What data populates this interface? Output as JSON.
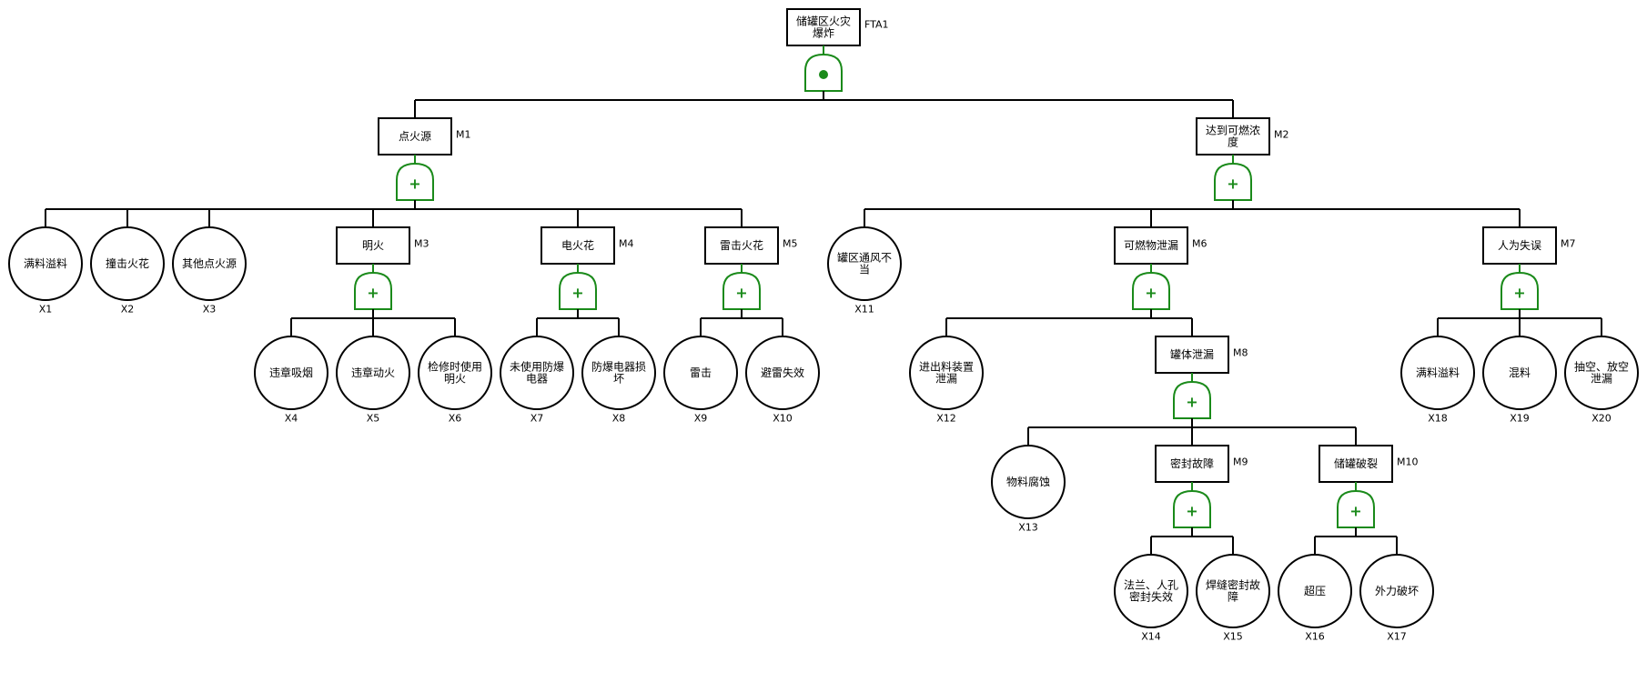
{
  "title": "储罐区火灾爆炸故障树",
  "colors": {
    "gate": "#1a8a1a",
    "line": "#000000"
  },
  "top": {
    "id": "FTA1",
    "label": [
      "储罐区火灾",
      "爆炸"
    ],
    "gate": "and",
    "children": [
      "M1",
      "M2"
    ]
  },
  "events": {
    "M1": {
      "label": [
        "点火源"
      ],
      "gate": "or",
      "children": [
        "X1",
        "X2",
        "X3",
        "M3",
        "M4",
        "M5"
      ]
    },
    "M2": {
      "label": [
        "达到可燃浓",
        "度"
      ],
      "gate": "or",
      "children": [
        "X11",
        "M6",
        "M7"
      ]
    },
    "M3": {
      "label": [
        "明火"
      ],
      "gate": "or",
      "children": [
        "X4",
        "X5",
        "X6"
      ]
    },
    "M4": {
      "label": [
        "电火花"
      ],
      "gate": "or",
      "children": [
        "X7",
        "X8"
      ]
    },
    "M5": {
      "label": [
        "雷击火花"
      ],
      "gate": "or",
      "children": [
        "X9",
        "X10"
      ]
    },
    "M6": {
      "label": [
        "可燃物泄漏"
      ],
      "gate": "or",
      "children": [
        "X12",
        "M8"
      ]
    },
    "M7": {
      "label": [
        "人为失误"
      ],
      "gate": "or",
      "children": [
        "X18",
        "X19",
        "X20"
      ]
    },
    "M8": {
      "label": [
        "罐体泄漏"
      ],
      "gate": "or",
      "children": [
        "X13",
        "M9",
        "M10"
      ]
    },
    "M9": {
      "label": [
        "密封故障"
      ],
      "gate": "or",
      "children": [
        "X14",
        "X15"
      ]
    },
    "M10": {
      "label": [
        "储罐破裂"
      ],
      "gate": "or",
      "children": [
        "X16",
        "X17"
      ]
    },
    "X1": {
      "label": [
        "满料溢料"
      ]
    },
    "X2": {
      "label": [
        "撞击火花"
      ]
    },
    "X3": {
      "label": [
        "其他点火源"
      ]
    },
    "X4": {
      "label": [
        "违章吸烟"
      ]
    },
    "X5": {
      "label": [
        "违章动火"
      ]
    },
    "X6": {
      "label": [
        "检修时使用",
        "明火"
      ]
    },
    "X7": {
      "label": [
        "未使用防爆",
        "电器"
      ]
    },
    "X8": {
      "label": [
        "防爆电器损",
        "坏"
      ]
    },
    "X9": {
      "label": [
        "雷击"
      ]
    },
    "X10": {
      "label": [
        "避雷失效"
      ]
    },
    "X11": {
      "label": [
        "罐区通风不",
        "当"
      ]
    },
    "X12": {
      "label": [
        "进出料装置",
        "泄漏"
      ]
    },
    "X13": {
      "label": [
        "物料腐蚀"
      ]
    },
    "X14": {
      "label": [
        "法兰、人孔",
        "密封失效"
      ]
    },
    "X15": {
      "label": [
        "焊缝密封故",
        "障"
      ]
    },
    "X16": {
      "label": [
        "超压"
      ]
    },
    "X17": {
      "label": [
        "外力破坏"
      ]
    },
    "X18": {
      "label": [
        "满料溢料"
      ]
    },
    "X19": {
      "label": [
        "混料"
      ]
    },
    "X20": {
      "label": [
        "抽空、放空",
        "泄漏"
      ]
    }
  },
  "gate_symbols": {
    "and": "●",
    "or": "+"
  }
}
